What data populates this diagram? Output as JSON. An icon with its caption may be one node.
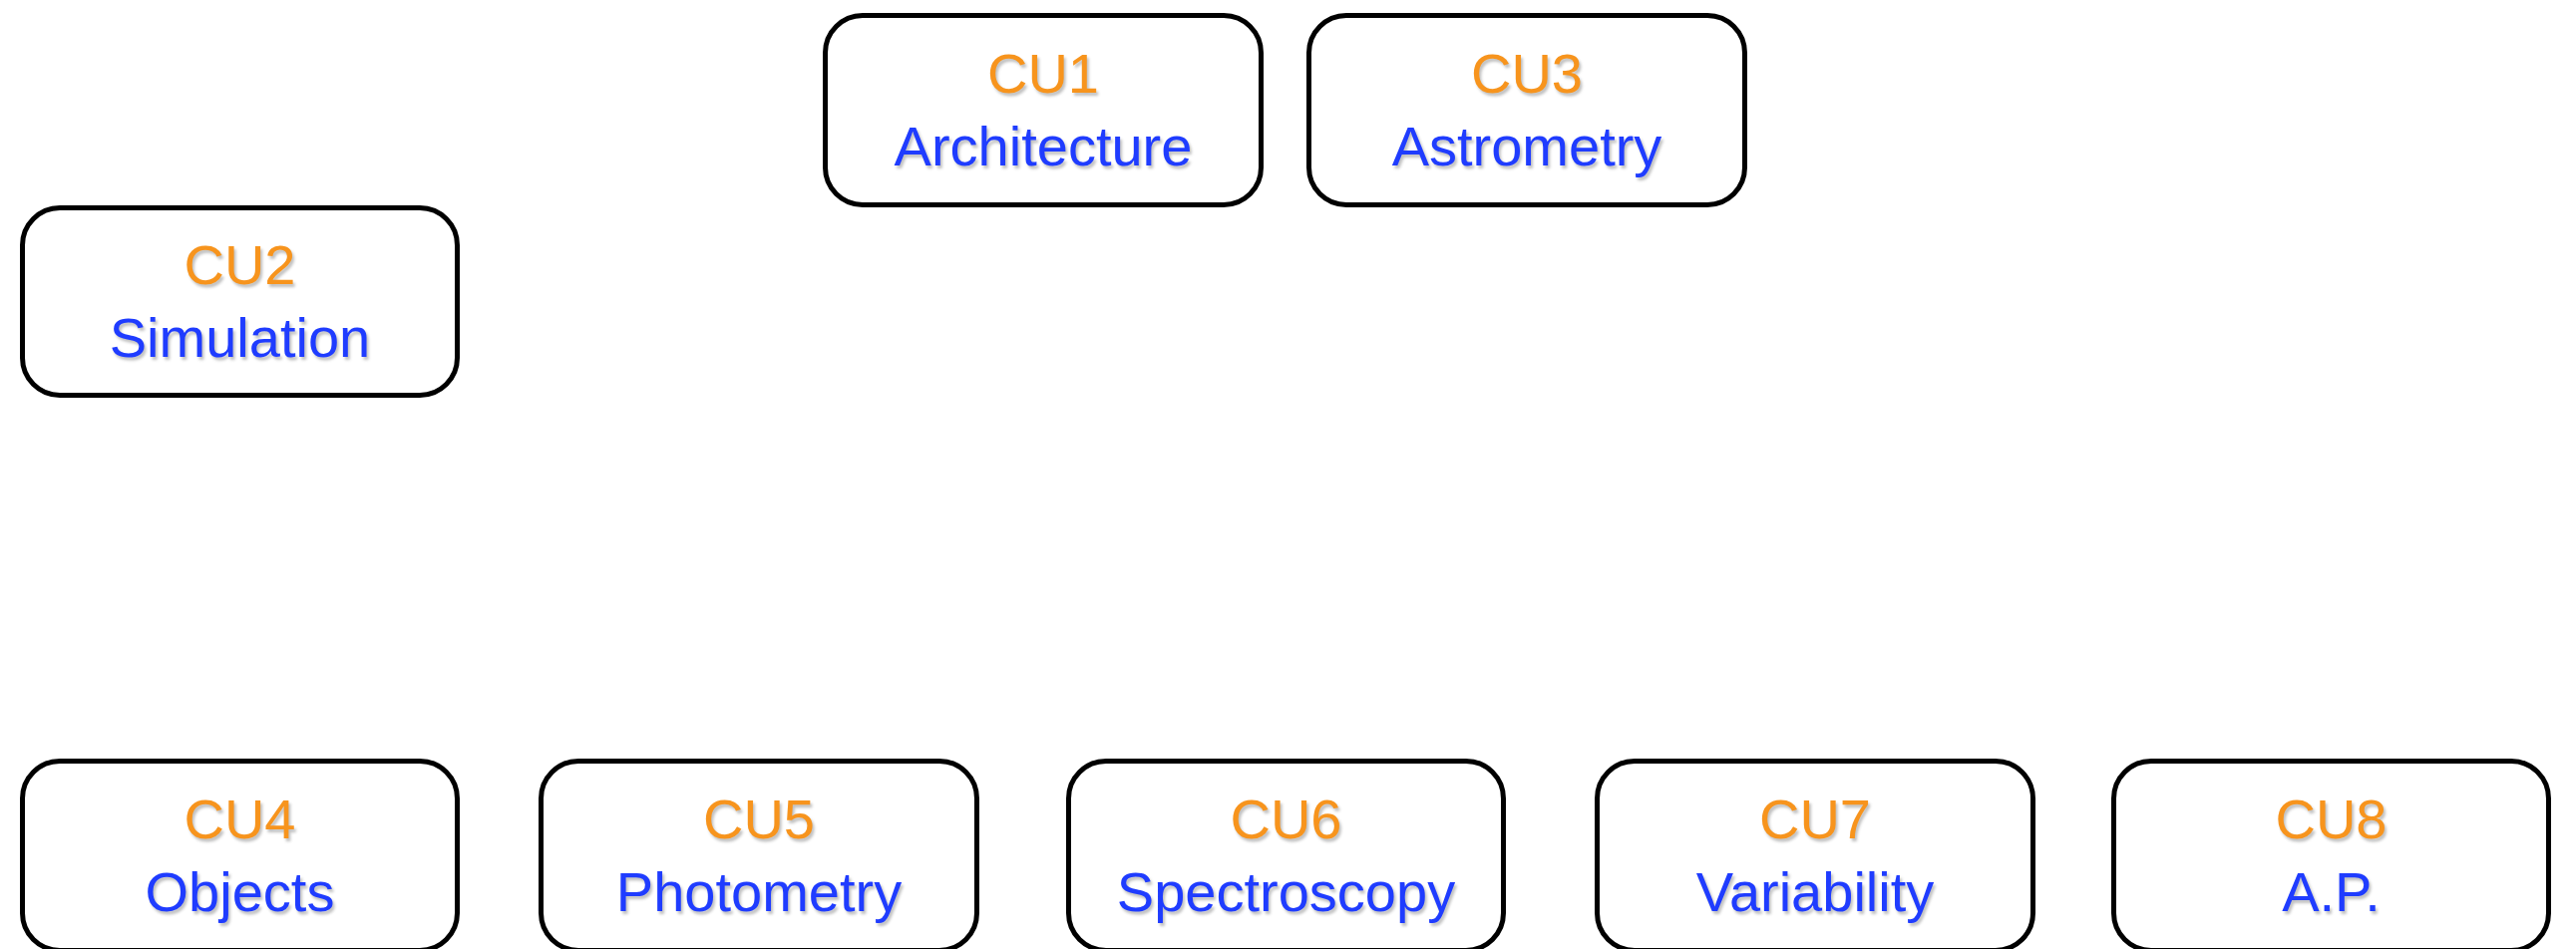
{
  "diagram": {
    "nodes": [
      {
        "text": [
          "CU1",
          "Architecture"
        ]
      },
      {
        "text": [
          "CU3",
          "Astrometry"
        ]
      },
      {
        "text": [
          "CU2",
          "Simulation"
        ]
      },
      {
        "text": [
          "CU4",
          "Objects"
        ]
      },
      {
        "text": [
          "CU5",
          "Photometry"
        ]
      },
      {
        "text": [
          "CU6",
          "Spectroscopy"
        ]
      },
      {
        "text": [
          "CU7",
          "Variability"
        ]
      },
      {
        "text": [
          "CU8",
          "A.P."
        ]
      }
    ]
  }
}
